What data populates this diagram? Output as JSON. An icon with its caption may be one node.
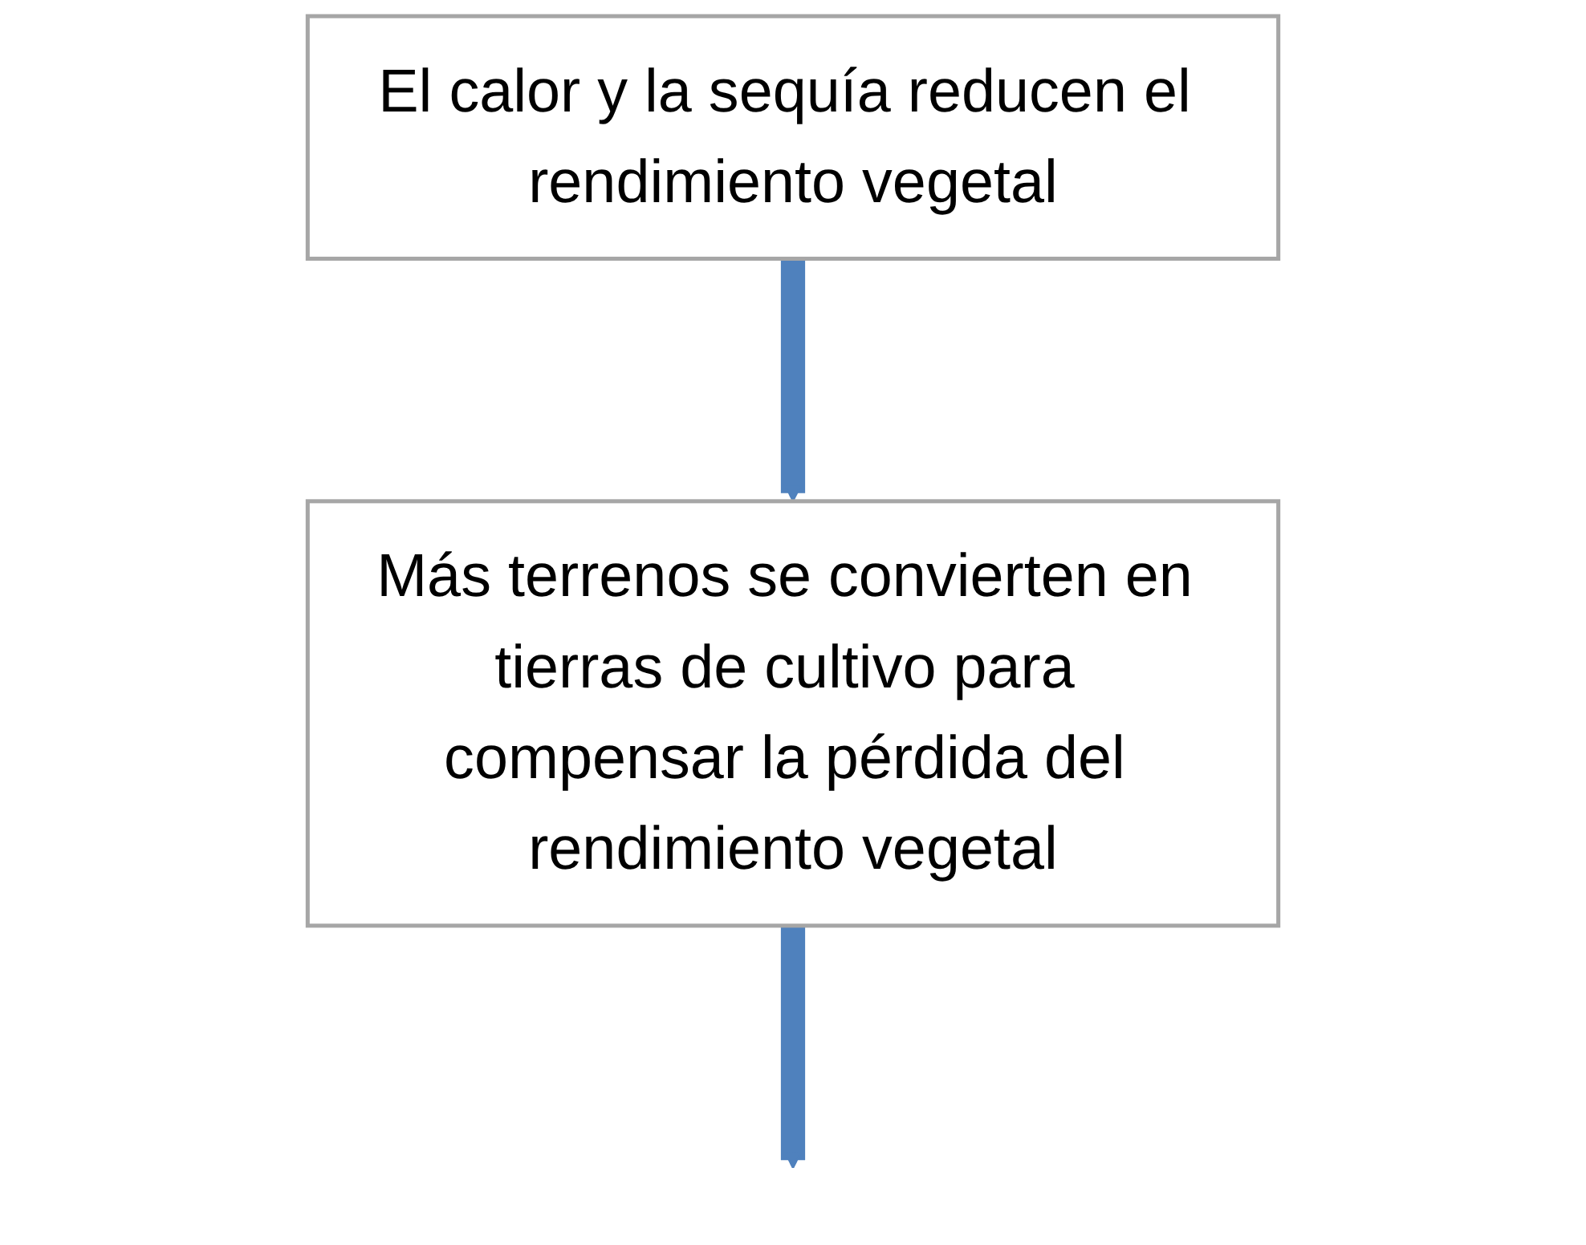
{
  "diagram": {
    "nodes": [
      {
        "text": [
          "El calor y la sequía reducen el rendimiento vegetal"
        ]
      },
      {
        "text": [
          "Más terrenos se convierten en tierras de cultivo para compensar la pérdida del rendimiento vegetal"
        ]
      }
    ],
    "edges": [
      {
        "from": 0,
        "to": 1,
        "arrow": "to"
      },
      {
        "from": 1,
        "to": null,
        "arrow": "to"
      }
    ]
  }
}
